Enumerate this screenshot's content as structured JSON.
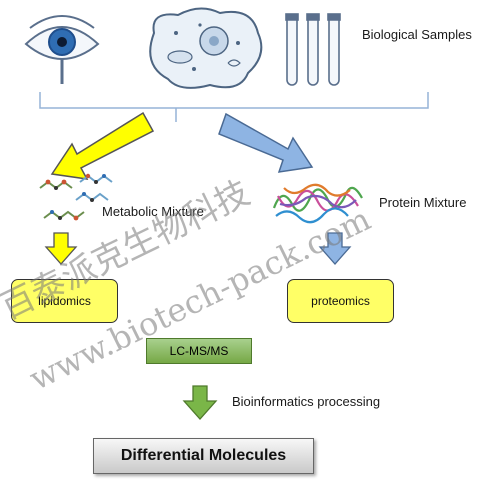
{
  "samples": {
    "label": "Biological Samples"
  },
  "left_branch": {
    "label": "Metabolic Mixture",
    "box_label": "lipidomics"
  },
  "right_branch": {
    "label": "Protein Mixture",
    "box_label": "proteomics"
  },
  "lcms": {
    "label": "LC-MS/MS"
  },
  "bioinformatics": {
    "label": "Bioinformatics processing"
  },
  "result": {
    "label": "Differential Molecules"
  },
  "watermark": {
    "line1": "百泰派克生物科技",
    "line2": "www.biotech-pack.com"
  },
  "colors": {
    "yellow_arrow": "#ffff00",
    "blue_arrow": "#8eb4e3",
    "green_arrow": "#7ab648",
    "bracket": "#95b3d7",
    "box_fill": "#ffff66"
  }
}
